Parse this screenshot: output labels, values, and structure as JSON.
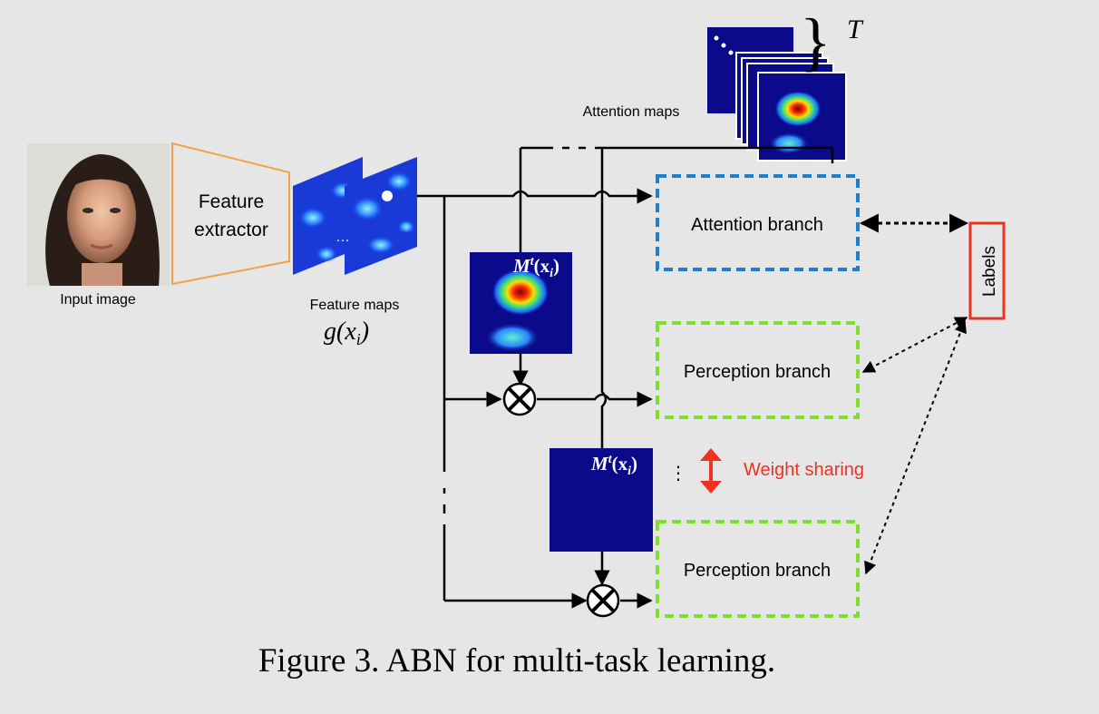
{
  "diagram": {
    "input_label": "Input image",
    "feature_extractor_label_line1": "Feature",
    "feature_extractor_label_line2": "extractor",
    "feature_maps_label": "Feature maps",
    "feature_maps_formula": "g(x",
    "feature_maps_formula_sub": "i",
    "feature_maps_formula_close": ")",
    "attention_maps_label": "Attention maps",
    "attention_count_symbol": "T",
    "attention_branch_label": "Attention branch",
    "perception_branch_1_label": "Perception branch",
    "perception_branch_2_label": "Perception branch",
    "labels_box_label": "Labels",
    "weight_sharing_label": "Weight sharing",
    "mask_formula_m": "M",
    "mask_formula_t": "t",
    "mask_formula_x": "(x",
    "mask_formula_i": "i",
    "mask_formula_close": ")",
    "ellipsis": "⋮"
  },
  "caption": "Figure 3. ABN for multi-task learning.",
  "colors": {
    "background": "#e6e6e6",
    "attention_branch_border": "#1f7fcf",
    "perception_branch_border": "#7fe033",
    "labels_border": "#e8341c",
    "weight_sharing": "#ee3322",
    "feature_extractor_border": "#f7a04a",
    "map_navy": "#0a0a8a"
  }
}
